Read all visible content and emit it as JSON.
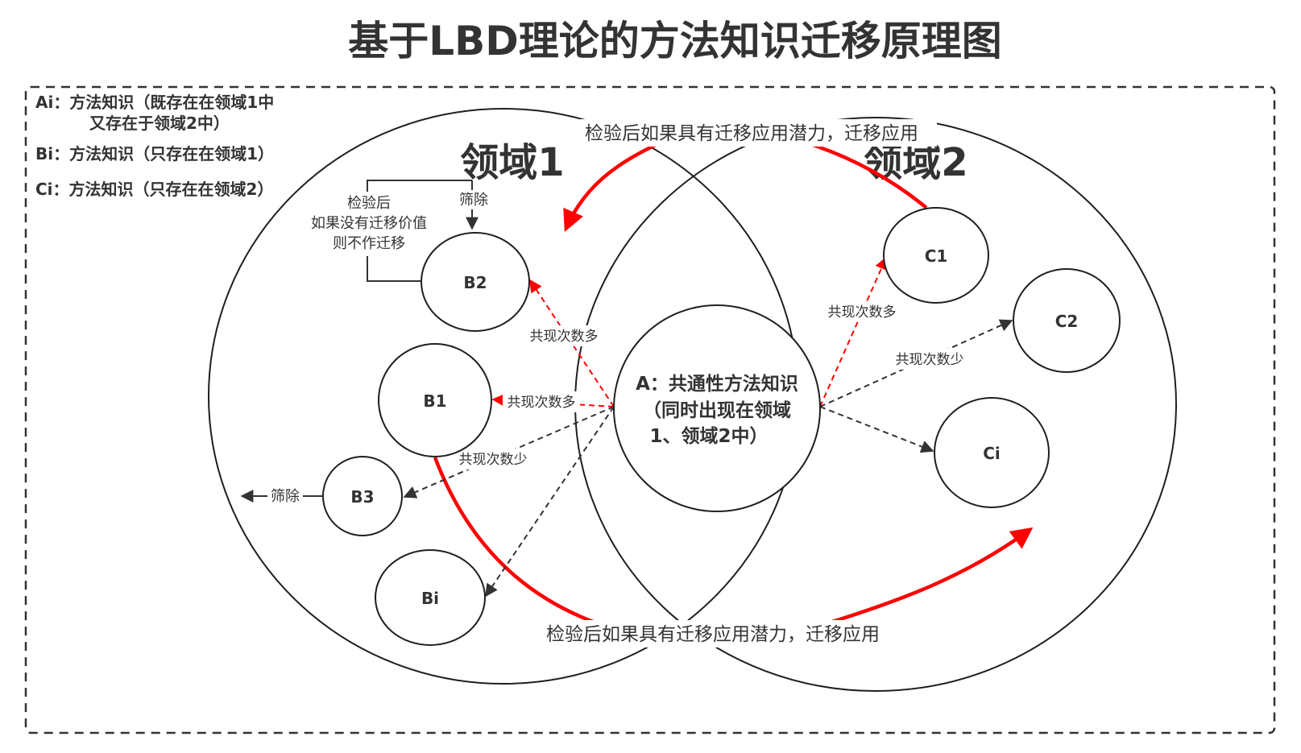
{
  "title": "基于LBD理论的方法知识迁移原理图",
  "legend": [
    "Ai：方法知识（既存在在领域1中",
    "又存在于领域2中）",
    "Bi：方法知识（只存在在领域1）",
    "Ci：方法知识（只存在在领域2）"
  ],
  "domains": {
    "left": "领域1",
    "right": "领域2"
  },
  "center_node": {
    "lines": [
      "A：共通性方法知识",
      "（同时出现在领域",
      "1、领域2中）"
    ]
  },
  "nodes": {
    "B2": "B2",
    "B1": "B1",
    "B3": "B3",
    "Bi": "Bi",
    "C1": "C1",
    "C2": "C2",
    "Ci": "Ci"
  },
  "edge_labels": {
    "to_B2": "共现次数多",
    "to_B1": "共现次数多",
    "to_B3_Bi": "共现次数少",
    "to_C1": "共现次数多",
    "to_C2_Ci": "共现次数少"
  },
  "notes": {
    "top_transfer": "检验后如果具有迁移应用潜力，迁移应用",
    "bottom_transfer": "检验后如果具有迁移应用潜力，迁移应用",
    "feedback": [
      "检验后",
      "如果没有迁移价值",
      "则不作迁移"
    ],
    "filter_top": "筛除",
    "filter_left": "筛除"
  },
  "colors": {
    "text": "#333333",
    "outline": "#1f1f1f",
    "transfer_arrow": "#ff0000",
    "dashed_black": "#333333",
    "dashed_red": "#ff0000",
    "background": "#ffffff"
  }
}
